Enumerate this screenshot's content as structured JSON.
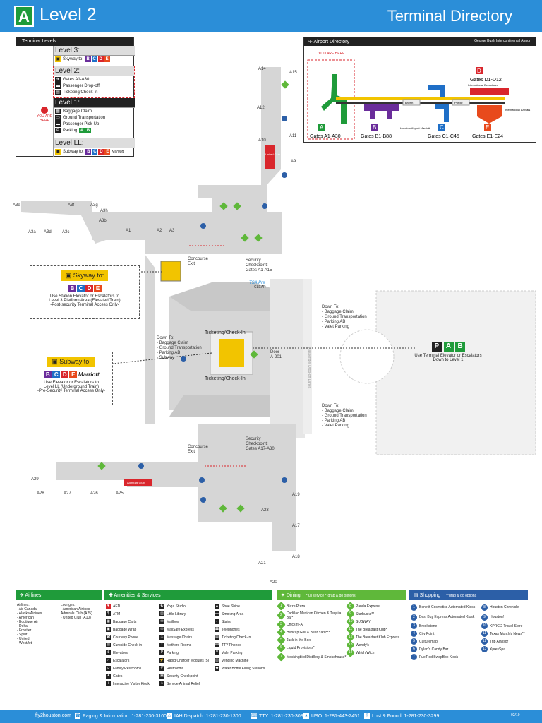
{
  "header": {
    "terminal_letter": "A",
    "level": "Level 2",
    "title": "Terminal Directory"
  },
  "terminal_levels": {
    "title": "Terminal Levels",
    "you_are_here": "YOU ARE HERE",
    "level3": {
      "label": "Level 3:",
      "items": [
        {
          "text": "Skyway to:",
          "letters": [
            "B",
            "C",
            "D",
            "E"
          ]
        }
      ]
    },
    "level2": {
      "label": "Level 2:",
      "items": [
        "Gates A1-A30",
        "Passenger Drop-off",
        "Ticketing/Check-In"
      ]
    },
    "level1": {
      "label": "Level 1:",
      "items": [
        "Baggage Claim",
        "Ground Transportation",
        "Passenger Pick-Up"
      ],
      "parking": "Parking",
      "parking_letters": [
        "A",
        "B"
      ]
    },
    "levelLL": {
      "label": "Level LL:",
      "items": [
        {
          "text": "Subway to:",
          "letters": [
            "B",
            "C",
            "D",
            "E"
          ],
          "extra": "Marriott"
        }
      ]
    }
  },
  "airport_directory": {
    "title": "Airport Directory",
    "airport": "George Bush Intercontinental Airport",
    "you_are_here": "YOU ARE HERE",
    "terminals": [
      {
        "letter": "A",
        "label": "Gates A1-A30",
        "color": "#1f9b3a"
      },
      {
        "letter": "B",
        "label": "Gates B1-B88",
        "color": "#6a2d9b"
      },
      {
        "letter": "C",
        "label": "Gates C1-C45",
        "color": "#1f6fc7"
      },
      {
        "letter": "D",
        "label": "Gates D1-D12",
        "color": "#d9262c"
      },
      {
        "letter": "E",
        "label": "Gates E1-E24",
        "color": "#e84a1c"
      }
    ],
    "marriott": "Houston Airport Marriott",
    "intl_departures": "International Departures",
    "intl_arrivals": "International Arrivals",
    "garage_labels": [
      "Brown",
      "Purple"
    ]
  },
  "map": {
    "skyway": {
      "title": "Skyway",
      "to": "to:",
      "letters": [
        "B",
        "C",
        "D",
        "E"
      ],
      "text1": "Use Station Elevator or Escalators to",
      "text2": "Level 3 Platform Area (Elevated Train)",
      "text3": "-Post-security Terminal Access Only-"
    },
    "subway": {
      "title": "Subway",
      "to": "to:",
      "letters": [
        "B",
        "C",
        "D",
        "E"
      ],
      "marriott": "Marriott",
      "text1": "Use Elevator or Escalators to",
      "text2": "Level LL (Underground Train)",
      "text3": "-Pre-Security Terminal Access Only-"
    },
    "parking": {
      "letters": [
        "P",
        "A",
        "B"
      ],
      "text1": "Use Terminal Elevator or Escalators",
      "text2": "Down to Level 1"
    },
    "down_to_right": "Down To:\n- Baggage Claim\n- Ground Transportation\n- Parking AB\n- Valet Parking",
    "down_to_center": "Down To:\n- Baggage Claim\n- Ground Transportation\n- Parking AB\n- Subway",
    "ticketing": "Ticketing/Check-In",
    "concourse_exit": "Concourse\nExit",
    "security_north": "Security\nCheckpoint:\nGates A1-A15",
    "security_south": "Security\nCheckpoint:\nGates A17-A30",
    "tsa_pre": "TSA Pre",
    "clear": "CLEAR",
    "door": "Door\nA-201",
    "lanes": "Passenger Drop-off Lanes",
    "admirals_club": "Admirals Club",
    "united_club": "United Club",
    "gates": [
      "A1",
      "A2",
      "A3",
      "A3a",
      "A3b",
      "A3c",
      "A3d",
      "A3e",
      "A3f",
      "A3g",
      "A3h",
      "A9",
      "A10",
      "A11",
      "A12",
      "A14",
      "A15",
      "A17",
      "A18",
      "A19",
      "A20",
      "A21",
      "A23",
      "A25",
      "A26",
      "A27",
      "A28",
      "A29"
    ]
  },
  "legend": {
    "airlines": {
      "title": "Airlines",
      "airlines_label": "Airlines:",
      "airlines": [
        "- Air Canada",
        "- Alaska Airlines",
        "- American",
        "- Boutique Air",
        "- Delta",
        "- Frontier",
        "- Spirit",
        "- United",
        "- WestJet"
      ],
      "lounges_label": "Lounges:",
      "lounges": [
        "- American Airlines",
        "  Admirals Club (A25)",
        "- United Club (A10)"
      ]
    },
    "amenities": {
      "title": "Amenities & Services",
      "col1": [
        "AED",
        "ATM",
        "Baggage Carts",
        "Baggage Wrap",
        "Courtesy Phone",
        "Curbside Check-in",
        "Elevators",
        "Escalators",
        "Family Restrooms",
        "Gates",
        "Interactive Visitor Kiosk"
      ],
      "col2": [
        "Yoga Studio",
        "Little Library",
        "Mailbox",
        "MailSafe Express",
        "Massage Chairs",
        "Mothers Rooms",
        "Parking",
        "Rapid Charger Modules (5)",
        "Restrooms",
        "Security Checkpoint",
        "Service Animal Relief"
      ],
      "col3": [
        "Shoe Shine",
        "Smoking Area",
        "Stairs",
        "Telephones",
        "Ticketing/Check-In",
        "TTY Phones",
        "Valet Parking",
        "Vending Machine",
        "Water Bottle Filling Stations"
      ]
    },
    "dining": {
      "title": "Dining",
      "note": "*full service  **grab & go options",
      "col1": [
        "Blaze Pizza",
        "Cadillac Mexican Kitchen & Tequila Bar*",
        "Chick-fil-A",
        "Hubcap Grill & Beer Yard***",
        "Jack in the Box",
        "Liquid Provisions*",
        "Mockingbird Distillery & Smokehouse*"
      ],
      "col2": [
        "Panda Express",
        "Starbucks**",
        "SUBWAY",
        "The Breakfast Klub*",
        "The Breakfast Klub Express",
        "Wendy's",
        "Which Wich"
      ]
    },
    "shopping": {
      "title": "Shopping",
      "note": "**grab & go options",
      "col1": [
        "Benefit Cosmetics Automated Kiosk",
        "Best Buy Express Automated Kiosk",
        "Brookstone",
        "City Point",
        "Culturemap",
        "Dylan's Candy Bar",
        "FuelRod SwapBox Kiosk"
      ],
      "col2": [
        "Houston Chronicle",
        "Houston!",
        "KPRC 2 Travel Store",
        "Texas Monthly News**",
        "Trip Advisor",
        "XpresSpa"
      ]
    }
  },
  "footer": {
    "site": "fly2houston.com",
    "paging": "Paging & Information: 1-281-230-3100",
    "dispatch": "IAH Dispatch: 1-281-230-1300",
    "tty": "TTY: 1-281-230-3089",
    "uso": "USO: 1-281-443-2451",
    "lost": "Lost & Found: 1-281-230-3299",
    "code": "02/19"
  },
  "colors": {
    "header": "#2b8ed8",
    "terminal_a": "#1f9b3a",
    "legend_airlines": "#1f9b3a",
    "legend_amenities": "#1f9b3a",
    "legend_dining": "#5fb83a",
    "legend_shopping": "#2c5fa7"
  }
}
